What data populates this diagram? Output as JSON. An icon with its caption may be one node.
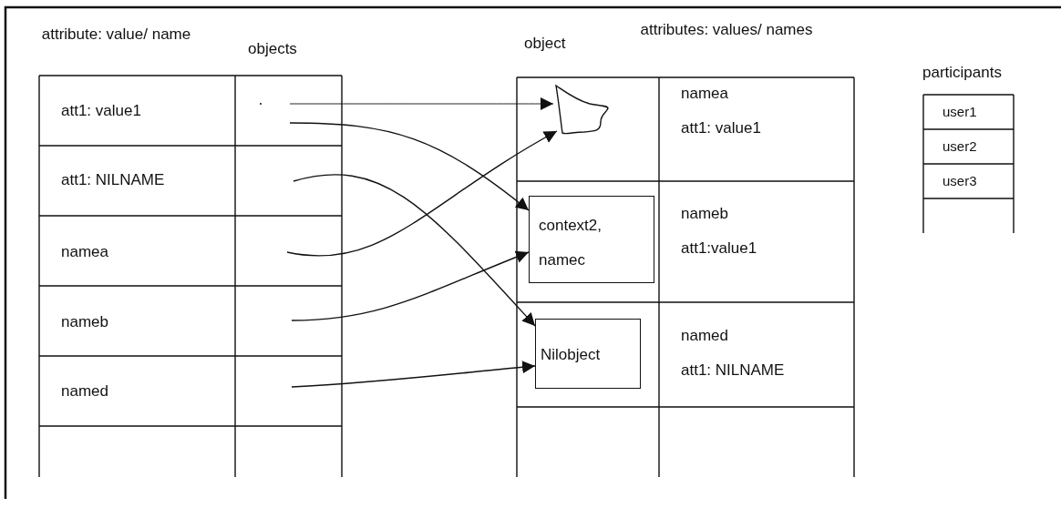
{
  "diagram": {
    "nodes": [
      {
        "text": [],
        "shape": "blob"
      },
      {
        "text": [
          "context2,",
          "namec"
        ]
      },
      {
        "text": [
          "Nilobject"
        ]
      }
    ],
    "edges": [
      {
        "from": null,
        "to": 0,
        "arrow": "to"
      },
      {
        "from": null,
        "to": 1,
        "arrow": "to"
      },
      {
        "from": null,
        "to": 2,
        "arrow": "to"
      },
      {
        "from": null,
        "to": 0,
        "arrow": "to"
      },
      {
        "from": null,
        "to": 1,
        "arrow": "to"
      },
      {
        "from": null,
        "to": 2,
        "arrow": "to"
      }
    ],
    "labels": [
      "attribute: value/ name",
      "objects",
      "object",
      "attributes: values/ names",
      "participants",
      "att1: value1",
      "att1: NILNAME",
      "namea",
      "nameb",
      "named",
      "namea",
      "att1: value1",
      "nameb",
      "att1:value1",
      "named",
      "att1: NILNAME",
      "user1",
      "user2",
      "user3"
    ]
  }
}
